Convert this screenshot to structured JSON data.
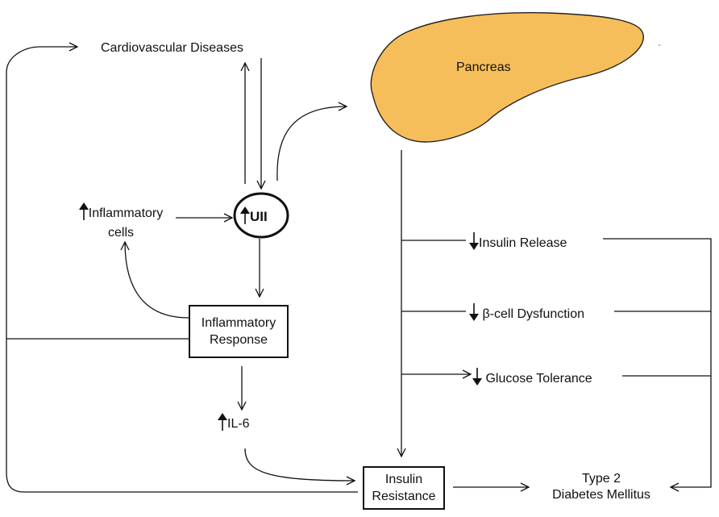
{
  "nodes": {
    "cardiovascular": "Cardiovascular Diseases",
    "pancreas": "Pancreas",
    "inflammatory_cells_line1": "Inflammatory",
    "inflammatory_cells_line2": "cells",
    "uii": "UII",
    "inflammatory_response_line1": "Inflammatory",
    "inflammatory_response_line2": "Response",
    "il6": "IL-6",
    "insulin_resistance_line1": "Insulin",
    "insulin_resistance_line2": "Resistance",
    "insulin_release": "Insulin Release",
    "beta_cell": "β-cell Dysfunction",
    "glucose_tolerance": "Glucose Tolerance",
    "t2dm_line1": "Type 2",
    "t2dm_line2": "Diabetes Mellitus"
  },
  "indicators": {
    "inflammatory_cells": "up",
    "uii": "up",
    "il6": "up",
    "insulin_release": "down",
    "beta_cell": "down",
    "glucose_tolerance": "down"
  },
  "colors": {
    "pancreas_fill": "#f6be5a",
    "pancreas_stroke": "#222222",
    "line": "#111111"
  }
}
